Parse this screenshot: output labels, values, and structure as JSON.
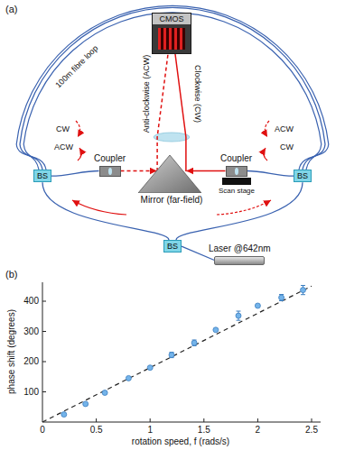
{
  "diagram": {
    "nodes": [
      {
        "text": [
          "CMOS"
        ]
      },
      {
        "text": [
          "Coupler"
        ]
      },
      {
        "text": [
          "Coupler"
        ]
      },
      {
        "text": [
          "Mirror (far-field)"
        ]
      },
      {
        "text": [
          "BS"
        ]
      },
      {
        "text": [
          "BS"
        ]
      },
      {
        "text": [
          "BS"
        ]
      },
      {
        "text": [
          "Laser @642nm"
        ]
      }
    ],
    "edges": [
      {
        "from": 4,
        "to": 5,
        "arrow": "none"
      },
      {
        "from": 6,
        "to": 4,
        "arrow": "none"
      },
      {
        "from": 6,
        "to": 5,
        "arrow": "none"
      },
      {
        "from": 7,
        "to": 6,
        "arrow": "none"
      },
      {
        "from": 4,
        "to": 1,
        "arrow": "none"
      },
      {
        "from": 5,
        "to": 2,
        "arrow": "none"
      },
      {
        "from": 1,
        "to": 3,
        "arrow": "to"
      },
      {
        "from": 2,
        "to": 3,
        "arrow": "to"
      },
      {
        "from": 3,
        "to": 0,
        "arrow": "none"
      },
      {
        "from": 3,
        "to": 0,
        "arrow": "none"
      }
    ],
    "labels": [
      "(a)",
      "100m fibre loop",
      "CW",
      "ACW",
      "ACW",
      "CW",
      "Anti-clockwise (ACW)",
      "Clockwise (CW)",
      "Scan stage",
      "(b)",
      "100",
      "200",
      "300",
      "400",
      "0",
      "0.5",
      "1",
      "1.5",
      "2",
      "2.5",
      "phase shift (degrees)",
      "rotation speed, f (rads/s)"
    ]
  }
}
